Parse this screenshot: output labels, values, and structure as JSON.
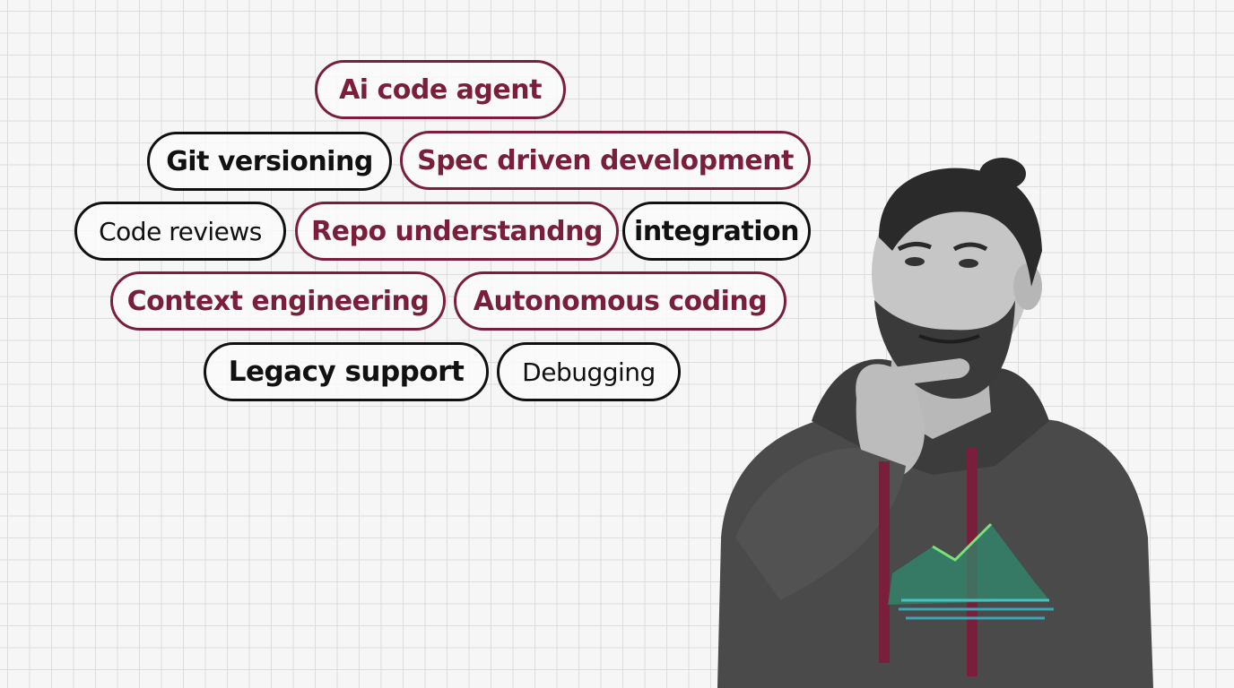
{
  "tags": {
    "ai_code_agent": "Ai code agent",
    "git_versioning": "Git versioning",
    "spec_driven": "Spec driven development",
    "code_reviews": "Code reviews",
    "repo_understanding": "Repo understandng",
    "integration": "integration",
    "context_engineering": "Context engineering",
    "autonomous_coding": "Autonomous coding",
    "legacy_support": "Legacy support",
    "debugging": "Debugging"
  },
  "colors": {
    "accent": "#7a1f3b",
    "outline": "#111111",
    "grid": "#dcdcdc",
    "background": "#f6f6f6"
  }
}
